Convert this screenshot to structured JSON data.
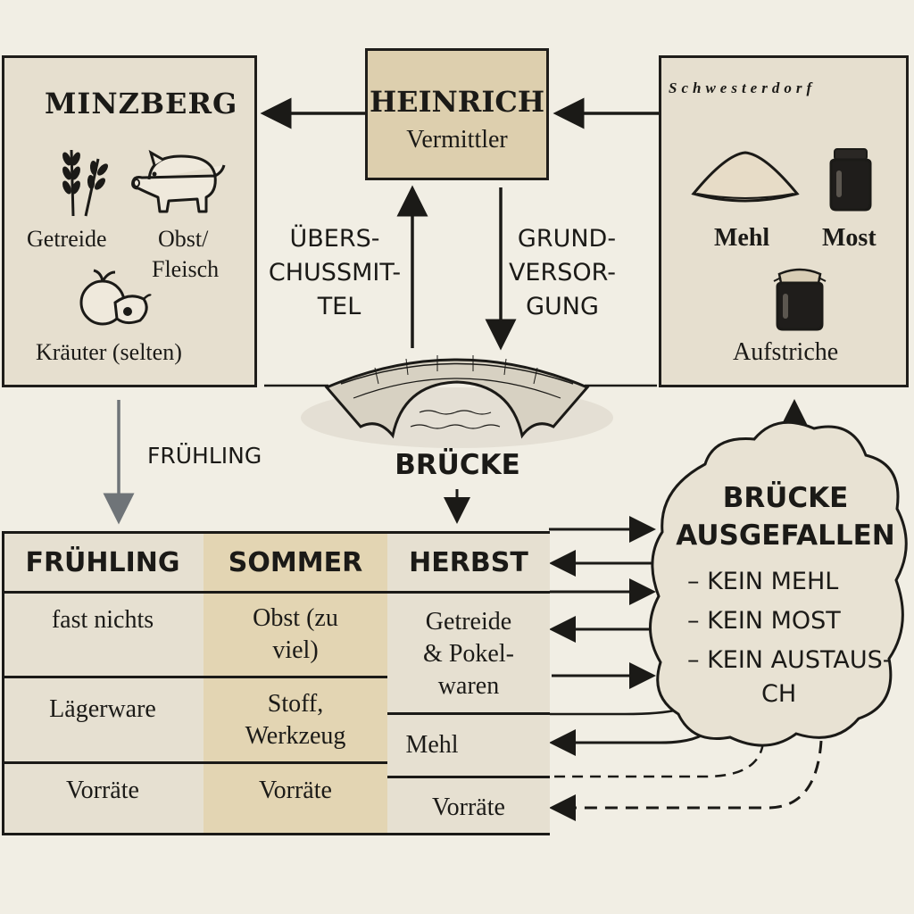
{
  "minzberg": {
    "title": "MINZBERG",
    "items": [
      "Getreide",
      "Obst/",
      "Fleisch",
      "Kräuter (selten)"
    ]
  },
  "heinrich": {
    "title": "HEINRICH",
    "subtitle": "Vermittler"
  },
  "schwesterdorf": {
    "title": "Schwesterdorf",
    "items": [
      "Mehl",
      "Most",
      "Aufstriche"
    ]
  },
  "arrows": {
    "up_label": [
      "ÜBERS-",
      "CHUSSMIT-",
      "TEL"
    ],
    "down_label": [
      "GRUND-",
      "VERSOR-",
      "GUNG"
    ],
    "spring_label": "FRÜHLING"
  },
  "bridge": {
    "label": "BRÜCKE"
  },
  "table": {
    "headers": [
      "FRÜHLING",
      "SOMMER",
      "HERBST"
    ],
    "col1": [
      "fast nichts",
      "Lägerware",
      "Vorräte"
    ],
    "col2": [
      [
        "Obst (zu",
        "viel)"
      ],
      [
        "Stoff,",
        "Werkzeug"
      ],
      [
        "Vorräte"
      ]
    ],
    "col3": [
      [
        "Getreide",
        "& Pokel-",
        "waren"
      ],
      [
        "Mehl"
      ],
      [
        "Vorräte"
      ]
    ]
  },
  "cloud": {
    "title": [
      "BRÜCKE",
      "AUSGEFALLEN"
    ],
    "items": [
      "– KEIN MEHL",
      "– KEIN MOST",
      "– KEIN AUSTAUS-",
      "CH"
    ]
  },
  "colors": {
    "background": "#f1eee4",
    "box": "#e6dfcf",
    "heinrich_box": "#ddcfae",
    "summer_column": "#e3d5b3",
    "ink": "#1b1a17",
    "grey_arrow": "#6f7478"
  }
}
